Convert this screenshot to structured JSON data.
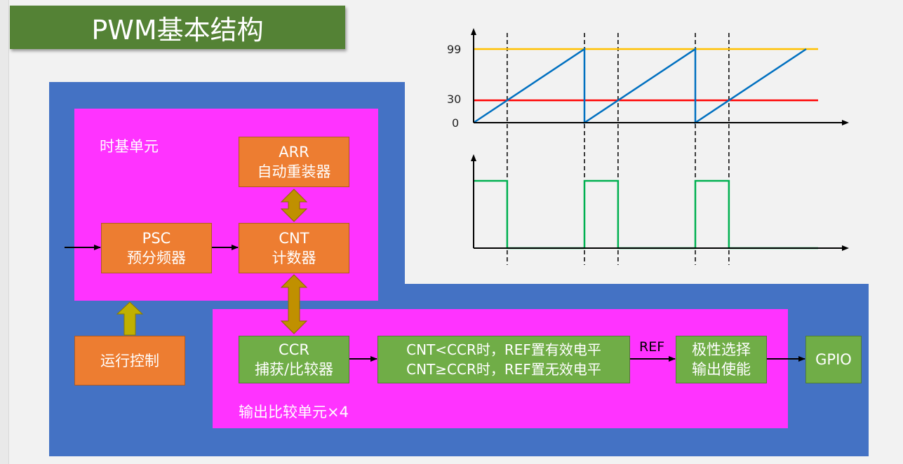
{
  "title": "PWM基本结构",
  "diagram": {
    "time_base_label": "时基单元",
    "arr": {
      "line1": "ARR",
      "line2": "自动重装器"
    },
    "psc": {
      "line1": "PSC",
      "line2": "预分频器"
    },
    "cnt": {
      "line1": "CNT",
      "line2": "计数器"
    },
    "run_control": "运行控制",
    "ccr": {
      "line1": "CCR",
      "line2": "捕获/比较器"
    },
    "compare_rule": {
      "line1": "CNT<CCR时，REF置有效电平",
      "line2": "CNT≥CCR时，REF置无效电平"
    },
    "ref_label": "REF",
    "polarity": {
      "line1": "极性选择",
      "line2": "输出使能"
    },
    "gpio": "GPIO",
    "output_compare_label": "输出比较单元×4"
  },
  "chart_data": {
    "type": "line",
    "y_ticks": [
      "99",
      "30",
      "0"
    ],
    "arr_value": 99,
    "ccr_value": 30,
    "periods": 3,
    "colors": {
      "sawtooth": "#0070c0",
      "arr_line": "#ffc000",
      "ccr_line": "#ff0000",
      "pwm": "#00b050"
    }
  }
}
